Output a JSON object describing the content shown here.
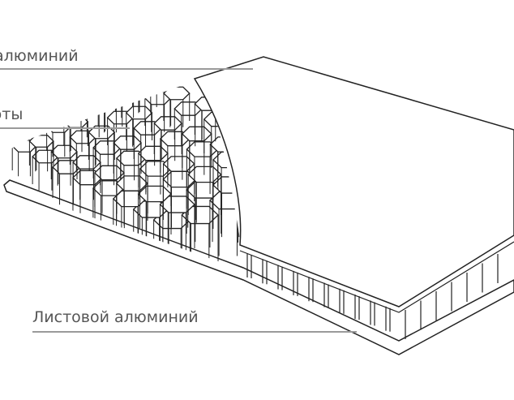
{
  "labels": {
    "top_sheet": "Листовой алюминий",
    "honeycomb": "Алюминиевые соты",
    "bottom_sheet": "Листовой алюминий"
  },
  "colors": {
    "line": "#222222",
    "label": "#555555",
    "leader": "#9a9a9a"
  }
}
